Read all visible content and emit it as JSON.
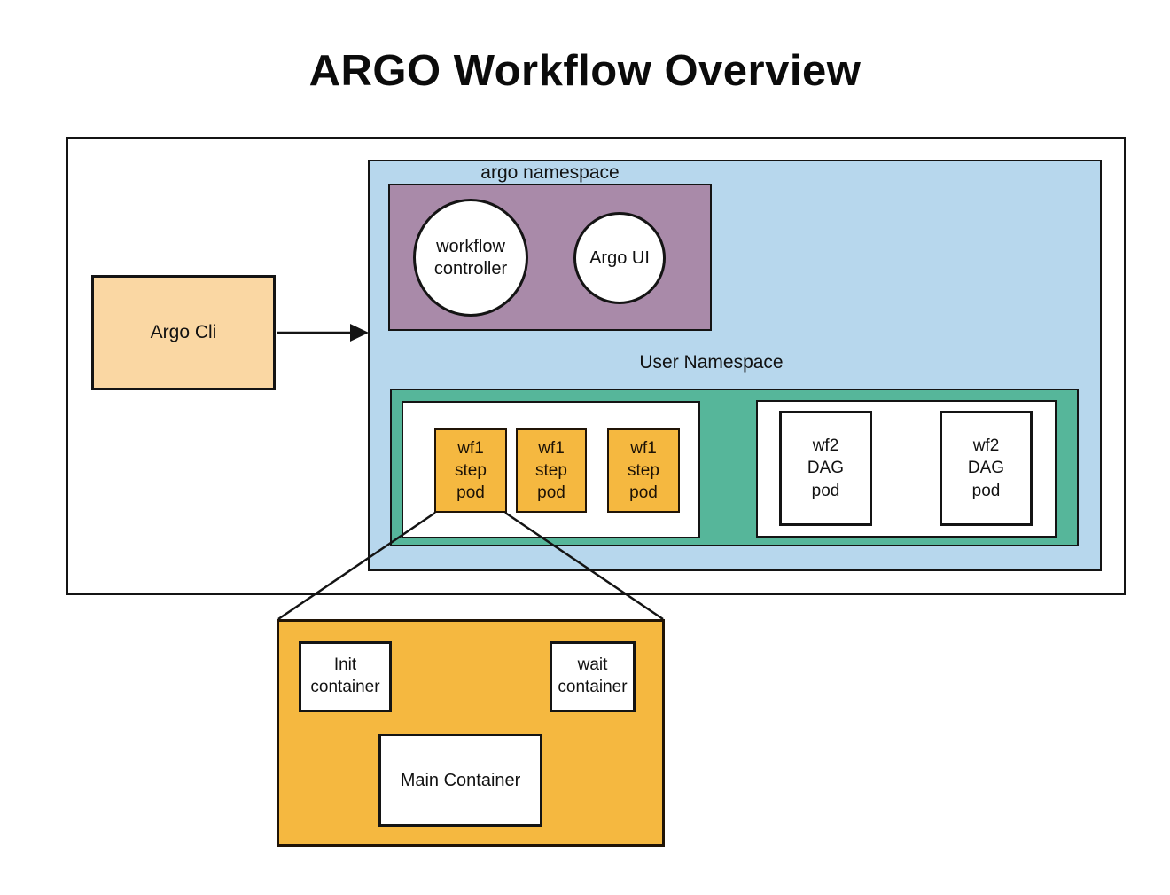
{
  "title": "ARGO Workflow Overview",
  "colors": {
    "namespace_blue": "#b7d7ed",
    "argo_namespace_purple": "#a98aa9",
    "user_namespace_teal": "#56b69a",
    "pod_orange": "#f5b840",
    "cli_peach": "#fad7a3",
    "line_black": "#141414",
    "background_white": "#ffffff"
  },
  "argo_cli": {
    "label": "Argo Cli"
  },
  "argo_namespace": {
    "label": "argo namespace",
    "workflow_controller": {
      "label": "workflow\ncontroller"
    },
    "argo_ui": {
      "label": "Argo UI"
    }
  },
  "user_namespace": {
    "label": "User Namespace",
    "wf1_group": {
      "pods": [
        {
          "label": "wf1\nstep\npod"
        },
        {
          "label": "wf1\nstep\npod"
        },
        {
          "label": "wf1\nstep\npod"
        }
      ]
    },
    "wf2_group": {
      "pods": [
        {
          "label": "wf2\nDAG\npod"
        },
        {
          "label": "wf2\nDAG\npod"
        }
      ]
    }
  },
  "pod_detail": {
    "init_container": {
      "label": "Init\ncontainer"
    },
    "wait_container": {
      "label": "wait\ncontainer"
    },
    "main_container": {
      "label": "Main Container"
    }
  }
}
